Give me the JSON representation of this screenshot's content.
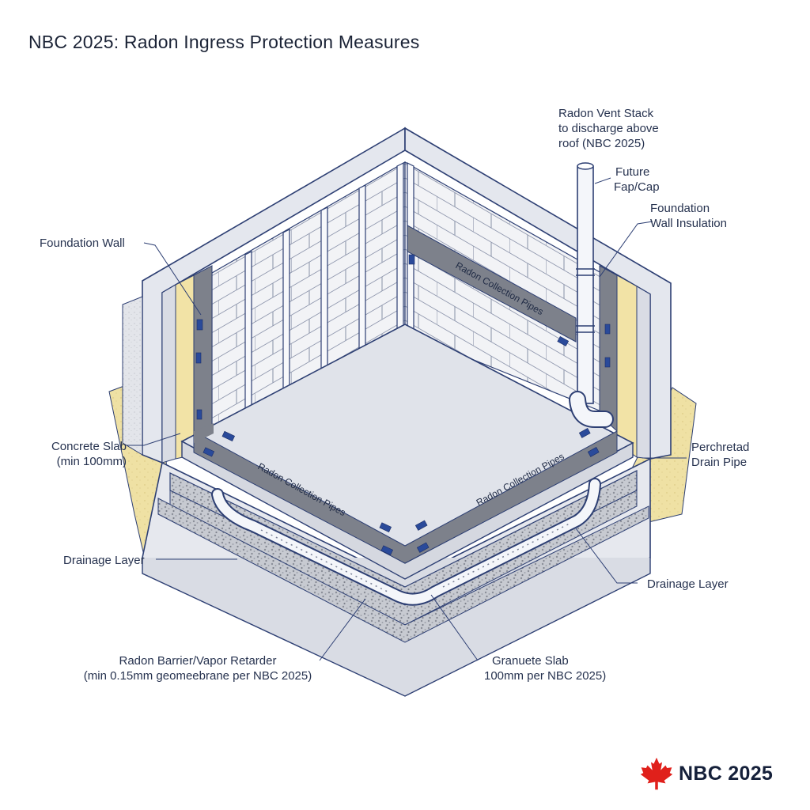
{
  "title": "NBC 2025: Radon Ingress Protection Measures",
  "labels": {
    "vent_stack": [
      "Radon Vent Stack",
      "to discharge above",
      "roof (NBC 2025)"
    ],
    "future_cap": [
      "Future",
      "Fap/Cap"
    ],
    "wall_insulation": [
      "Foundation",
      "Wall Insulation"
    ],
    "foundation_wall": "Foundation Wall",
    "concrete_slab": [
      "Concrete Slab",
      "(min 100mm)"
    ],
    "drain_pipe": [
      "Perchretad",
      "Drain Pipe"
    ],
    "drainage_layer_left": "Drainage Layer",
    "drainage_layer_right": "Drainage Layer",
    "radon_barrier": [
      "Radon Barrier/Vapor Retarder",
      "(min 0.15mm geomeebrane per NBC 2025)"
    ],
    "granular_slab": [
      "Granuete Slab",
      "100mm per NBC 2025)"
    ]
  },
  "band_labels": {
    "wall": "Radon Collection Pipes",
    "floor_left": "Radon Collection Pipes",
    "floor_right": "Radon Collection Pipes"
  },
  "brand": {
    "text": "NBC 2025",
    "icon": "maple-leaf-icon"
  },
  "colors": {
    "outline": "#2d3f73",
    "concrete": "#e4e7ee",
    "slab": "#dcdfe6",
    "membrane": "#7d818b",
    "insulation": "#f2e3a6",
    "soil": "#efe2a8",
    "gravel": "#b9bcc4",
    "pipe": "#f4f6fa",
    "tab": "#2a4a9a",
    "leaf": "#e0201b"
  }
}
